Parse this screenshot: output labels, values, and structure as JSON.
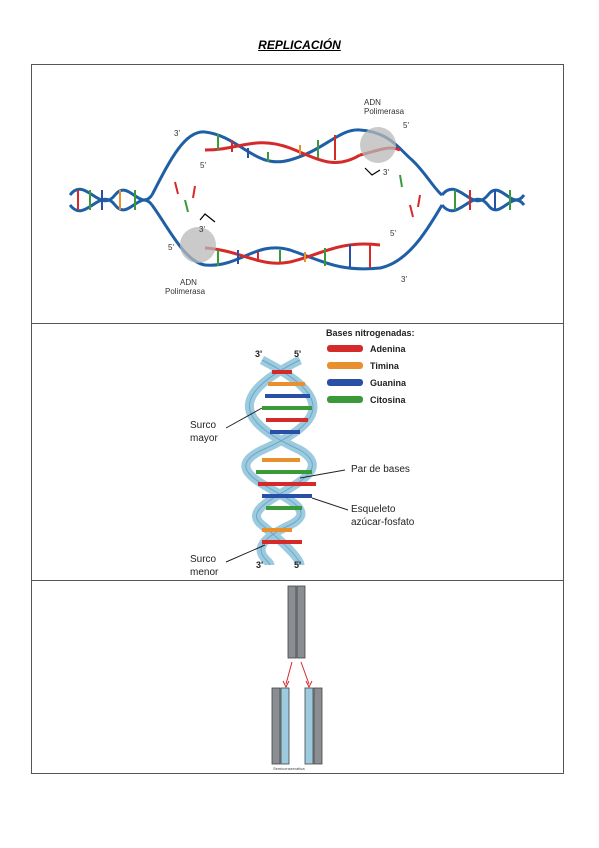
{
  "document": {
    "title": "REPLICACIÓN"
  },
  "panel1": {
    "polymerase_top": [
      "ADN",
      "Polimerasa"
    ],
    "polymerase_bottom": [
      "ADN",
      "Polimerasa"
    ],
    "prime_labels": {
      "top_left_3": "3'",
      "top_left_5": "5'",
      "top_right_5": "5'",
      "top_right_3": "3'",
      "bottom_left_5": "5'",
      "bottom_left_3": "3'",
      "bottom_right_5": "5'",
      "bottom_right_3": "3'"
    },
    "colors": {
      "strand": "#1f5fa6",
      "new_strand": "#d42a2a",
      "polymerase": "#b8b8b8"
    }
  },
  "panel2": {
    "legend_title": "Bases nitrogenadas:",
    "legend": [
      {
        "label": "Adenina",
        "color": "#d42a2a"
      },
      {
        "label": "Timina",
        "color": "#e8902e"
      },
      {
        "label": "Guanina",
        "color": "#2a4fa6"
      },
      {
        "label": "Citosina",
        "color": "#3a9a3a"
      }
    ],
    "top_3": "3'",
    "top_5": "5'",
    "bottom_3": "3'",
    "bottom_5": "5'",
    "surco_mayor": [
      "Surco",
      "mayor"
    ],
    "surco_menor": [
      "Surco",
      "menor"
    ],
    "par_de_bases": "Par de bases",
    "esqueleto": [
      "Esqueleto",
      "azúcar-fosfato"
    ]
  },
  "panel3": {
    "caption": "Semiconservativa",
    "colors": {
      "old": "#8a8d92",
      "new": "#9ccbe0",
      "arrow": "#d42a2a"
    }
  }
}
